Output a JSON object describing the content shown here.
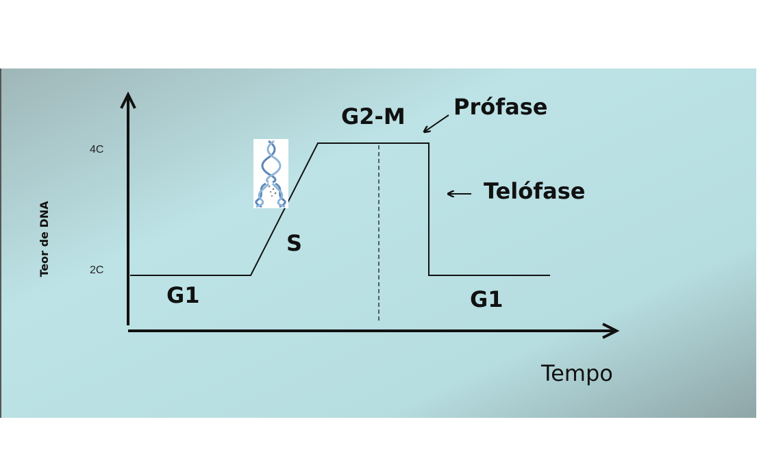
{
  "diagram": {
    "y_axis_label": "Teor de DNA",
    "x_axis_label": "Tempo",
    "y_ticks": [
      "4C",
      "2C"
    ],
    "phases": {
      "g1_start": "G1",
      "s": "S",
      "g2m": "G2-M",
      "g1_end": "G1"
    },
    "annotations": {
      "prophase": "Prófase",
      "telophase": "Telófase"
    },
    "dna_image": "dna-double-helix-replication-icon",
    "colors": {
      "background_light": "#bde3e6",
      "background_dark": "#8fa8aa",
      "line": "#111111"
    }
  }
}
